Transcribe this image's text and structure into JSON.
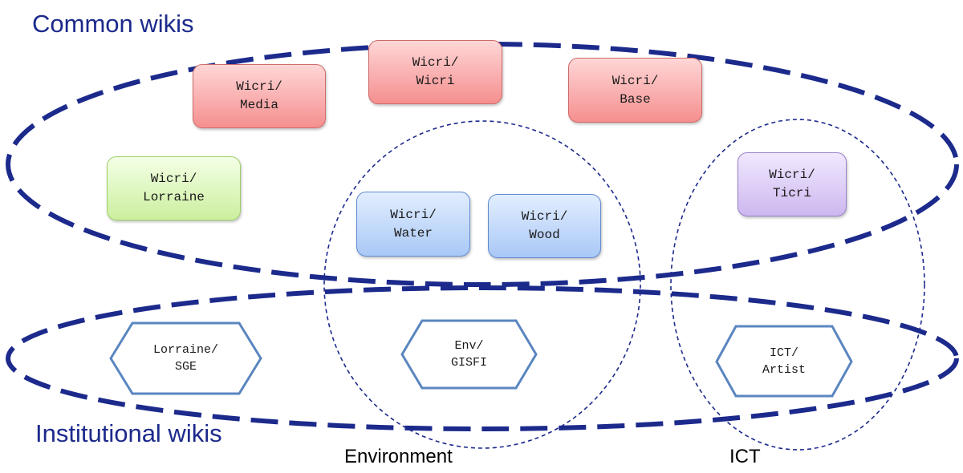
{
  "groups": {
    "common": {
      "title": "Common wikis"
    },
    "institutional": {
      "title": "Institutional wikis"
    },
    "environment": {
      "label": "Environment"
    },
    "ict": {
      "label": "ICT"
    }
  },
  "wikis": {
    "media": {
      "line1": "Wicri/",
      "line2": "Media"
    },
    "wicri": {
      "line1": "Wicri/",
      "line2": "Wicri"
    },
    "base": {
      "line1": "Wicri/",
      "line2": "Base"
    },
    "lorraine": {
      "line1": "Wicri/",
      "line2": "Lorraine"
    },
    "water": {
      "line1": "Wicri/",
      "line2": "Water"
    },
    "wood": {
      "line1": "Wicri/",
      "line2": "Wood"
    },
    "ticri": {
      "line1": "Wicri/",
      "line2": "Ticri"
    }
  },
  "institutional_wikis": {
    "lorraine_sge": {
      "line1": "Lorraine/",
      "line2": "SGE"
    },
    "env_gisfi": {
      "line1": "Env/",
      "line2": "GISFI"
    },
    "ict_artist": {
      "line1": "ICT/",
      "line2": "Artist"
    }
  },
  "colors": {
    "group_outline": "#1c2a8c",
    "hexagon_outline": "#5a86c0",
    "red_box": "#f5a3a3",
    "green_box": "#d8f4b8",
    "blue_box": "#bcd5f8",
    "purple_box": "#dccbf4"
  }
}
